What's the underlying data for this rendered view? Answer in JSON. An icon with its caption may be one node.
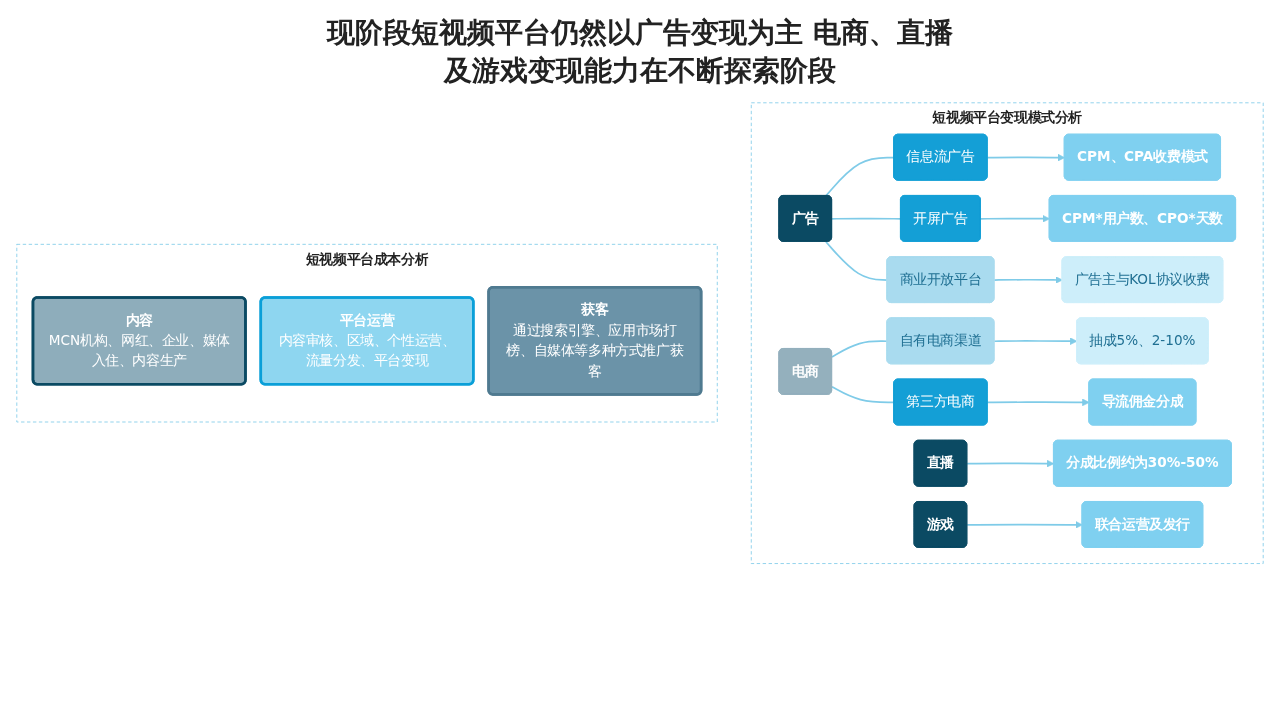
{
  "diagram": {
    "title": "现阶段短视频平台仍然以广告变现为主 电商、直播及游戏变现能力在不断探索阶段",
    "nodes": [
      {
        "text": [
          "短视频平台成本分析"
        ]
      },
      {
        "text": [
          "内容",
          "MCN机构、网红、企业、媒体入住、内容生产"
        ],
        "in": 0
      },
      {
        "text": [
          "平台运营",
          "内容审核、区域、个性运营、流量分发、平台变现"
        ],
        "in": 0
      },
      {
        "text": [
          "获客",
          "通过搜索引擎、应用市场打榜、自媒体等多种方式推广获客"
        ],
        "in": 0
      },
      {
        "text": [
          "短视频平台变现模式分析"
        ]
      },
      {
        "text": [
          "广告"
        ],
        "in": 4
      },
      {
        "text": [
          "信息流广告"
        ],
        "in": 4
      },
      {
        "text": [
          "CPM、CPA收费模式"
        ],
        "in": 4
      },
      {
        "text": [
          "开屏广告"
        ],
        "in": 4
      },
      {
        "text": [
          "CPM*用户数、CPO*天数"
        ],
        "in": 4
      },
      {
        "text": [
          "商业开放平台"
        ],
        "in": 4
      },
      {
        "text": [
          "广告主与KOL协议收费"
        ],
        "in": 4
      },
      {
        "text": [
          "电商"
        ],
        "in": 4
      },
      {
        "text": [
          "自有电商渠道"
        ],
        "in": 4
      },
      {
        "text": [
          "抽成5%、2-10%"
        ],
        "in": 4
      },
      {
        "text": [
          "第三方电商"
        ],
        "in": 4
      },
      {
        "text": [
          "导流佣金分成"
        ],
        "in": 4
      },
      {
        "text": [
          "直播"
        ],
        "in": 4
      },
      {
        "text": [
          "分成比例约为30%-50%"
        ],
        "in": 4
      },
      {
        "text": [
          "游戏"
        ],
        "in": 4
      },
      {
        "text": [
          "联合运营及发行"
        ],
        "in": 4
      }
    ],
    "edges": [
      {
        "from": 5,
        "to": 6,
        "arrow": "none"
      },
      {
        "from": 5,
        "to": 8,
        "arrow": "none"
      },
      {
        "from": 5,
        "to": 10,
        "arrow": "none"
      },
      {
        "from": 6,
        "to": 7,
        "arrow": "to"
      },
      {
        "from": 8,
        "to": 9,
        "arrow": "to"
      },
      {
        "from": 10,
        "to": 11,
        "arrow": "to"
      },
      {
        "from": 12,
        "to": 13,
        "arrow": "none"
      },
      {
        "from": 12,
        "to": 15,
        "arrow": "none"
      },
      {
        "from": 13,
        "to": 14,
        "arrow": "to"
      },
      {
        "from": 15,
        "to": 16,
        "arrow": "to"
      },
      {
        "from": 17,
        "to": 18,
        "arrow": "to"
      },
      {
        "from": 19,
        "to": 20,
        "arrow": "to"
      }
    ]
  }
}
